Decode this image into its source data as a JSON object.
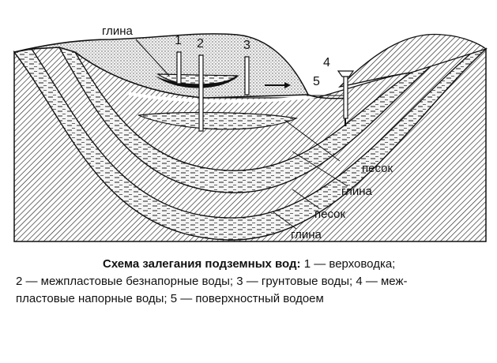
{
  "labels": {
    "clay_top": "глина",
    "sand_1": "песок",
    "clay_1": "глина",
    "sand_2": "песок",
    "clay_2": "глина"
  },
  "well_numbers": {
    "n1": "1",
    "n2": "2",
    "n3": "3",
    "n4": "4",
    "n5": "5"
  },
  "caption": {
    "title": "Схема залегания подземных вод:",
    "line1_rest": " 1 — верховодка;",
    "line2": "2 — межпластовые безнапорные воды; 3 — грунтовые воды; 4 — меж-",
    "line3": "пластовые напорные воды; 5 — поверхностный водоем"
  }
}
